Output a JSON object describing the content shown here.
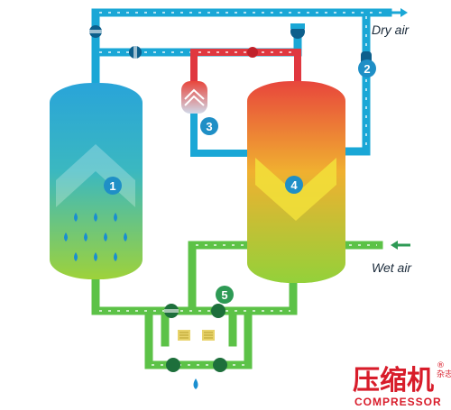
{
  "labels": {
    "dry_air": "Dry air",
    "wet_air": "Wet air"
  },
  "components": [
    {
      "number": "1"
    },
    {
      "number": "2"
    },
    {
      "number": "3"
    },
    {
      "number": "4"
    },
    {
      "number": "5"
    }
  ],
  "watermark": {
    "title": "压缩机",
    "side": "杂志",
    "subtitle": "COMPRESSOR",
    "mark": "®"
  },
  "colors": {
    "dry_pipe": "#1aa7d6",
    "hot_pipe": "#e0373f",
    "wet_pipe": "#5cc247",
    "tower_left_top": "#2aa6d8",
    "tower_left_bottom": "#8ccf3c",
    "tower_right_top": "#e8403c",
    "tower_right_bottom": "#8ccf3c",
    "badge_blue": "#1f8fc6",
    "badge_green": "#2e9a55",
    "brand": "#d81c2a"
  }
}
